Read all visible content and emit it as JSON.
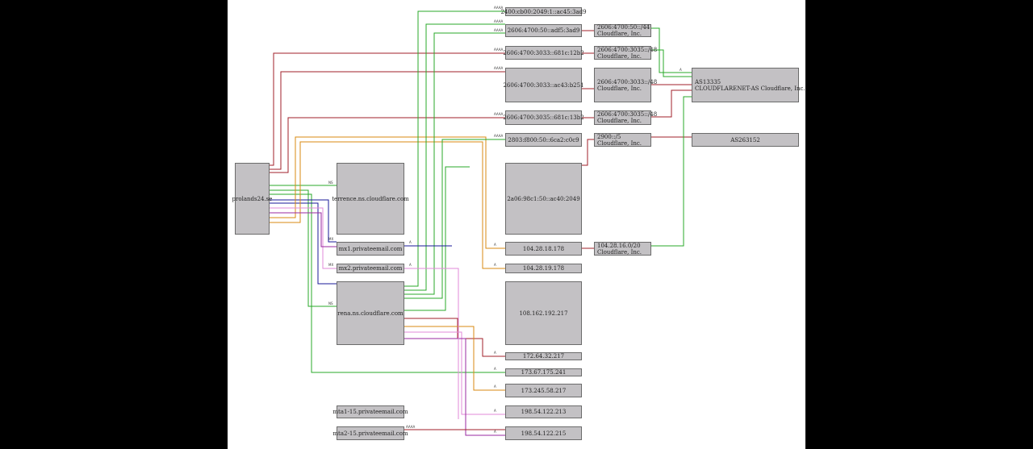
{
  "nodes": {
    "root": "prolands24.se",
    "ns_terrence": "terrence.ns.cloudflare.com",
    "mx1": "mx1.privateemail.com",
    "mx2": "mx2.privateemail.com",
    "ns_rena": "rena.ns.cloudflare.com",
    "mail1": "mta1-15.privateemail.com",
    "mail2": "mta2-15.privateemail.com",
    "ip_v6_1": "2400:cb00:2049:1::ac45:3ad9",
    "ip_v6_2": "2606:4700:50::adf5:3ad9",
    "ip_v6_3": "2606:4700:3033::681c:12b2",
    "ip_v6_4": "2606:4700:3033::ac43:b251",
    "ip_v6_5": "2606:4700:3035::681c:13b2",
    "ip_v6_6": "2803:f800:50::6ca2:c0c9",
    "ip_v6_7": "2a06:98c1:50::ac40:2049",
    "ip_v4_1": "104.28.18.178",
    "ip_v4_2": "104.28.19.178",
    "ip_v4_3": "108.162.192.217",
    "ip_v4_4": "172.64.32.217",
    "ip_v4_5": "173.67.175.241",
    "ip_v4_6": "173.245.58.217",
    "ip_v4_7": "198.54.122.213",
    "ip_v4_8": "198.54.122.215",
    "pfx1": {
      "range": "2606:4700:50::/44",
      "org": "Cloudflare, Inc."
    },
    "pfx2": {
      "range": "2606:4700:3035::/48",
      "org": "Cloudflare, Inc."
    },
    "pfx3": {
      "range": "2606:4700:3033::/48",
      "org": "Cloudflare, Inc."
    },
    "pfx4": {
      "range": "2606:4700:3035::/48",
      "org": "Cloudflare, Inc."
    },
    "pfx5": {
      "range": "2900::/5",
      "org": "Cloudflare, Inc."
    },
    "pfx6": {
      "range": "104.28.16.0/20",
      "org": "Cloudflare, Inc."
    },
    "as1": {
      "num": "AS13335",
      "name": "CLOUDFLARENET-AS Cloudflare, Inc."
    },
    "as2": "AS263152"
  },
  "edge_labels": {
    "a": "A",
    "aaaa": "AAAA",
    "ns": "NS",
    "mx": "MX"
  },
  "colors": {
    "red": "#a01f2a",
    "green": "#28a828",
    "blue": "#1a1a9a",
    "orange": "#d88a10",
    "pink": "#e08ad8",
    "magenta": "#9a2aa0",
    "node_fill": "#c3c1c4"
  }
}
